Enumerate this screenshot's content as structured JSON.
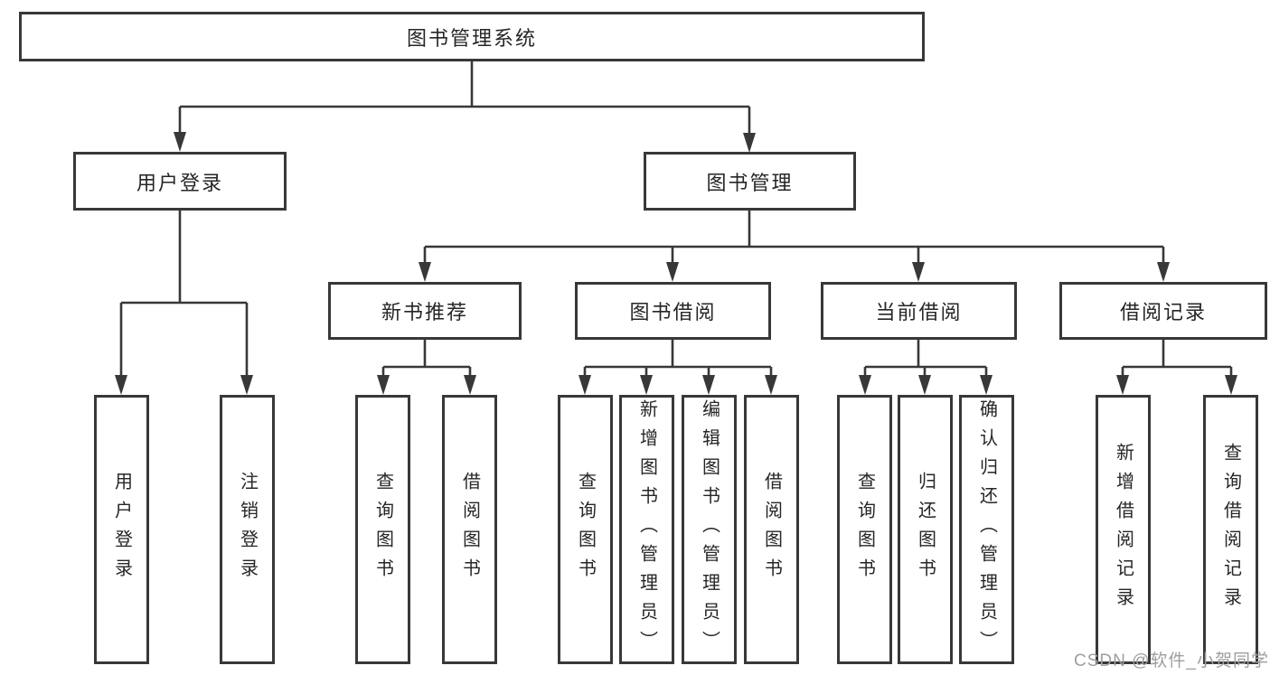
{
  "tree": {
    "label": "图书管理系统",
    "children": [
      {
        "label": "用户登录",
        "children": [
          {
            "label": "用户登录"
          },
          {
            "label": "注销登录"
          }
        ]
      },
      {
        "label": "图书管理",
        "children": [
          {
            "label": "新书推荐",
            "children": [
              {
                "label": "查询图书"
              },
              {
                "label": "借阅图书"
              }
            ]
          },
          {
            "label": "图书借阅",
            "children": [
              {
                "label": "查询图书"
              },
              {
                "label": "新增图书（管理员）"
              },
              {
                "label": "编辑图书（管理员）"
              },
              {
                "label": "借阅图书"
              }
            ]
          },
          {
            "label": "当前借阅",
            "children": [
              {
                "label": "查询图书"
              },
              {
                "label": "归还图书"
              },
              {
                "label": "确认归还（管理员）"
              }
            ]
          },
          {
            "label": "借阅记录",
            "children": [
              {
                "label": "新增借阅记录"
              },
              {
                "label": "查询借阅记录"
              }
            ]
          }
        ]
      }
    ]
  },
  "watermark": {
    "text": "CSDN @软件_小贺同学"
  },
  "colors": {
    "line": "#383838",
    "border": "#383838",
    "text": "#262626",
    "watermark": "#9e9e9e",
    "background": "#ffffff"
  }
}
